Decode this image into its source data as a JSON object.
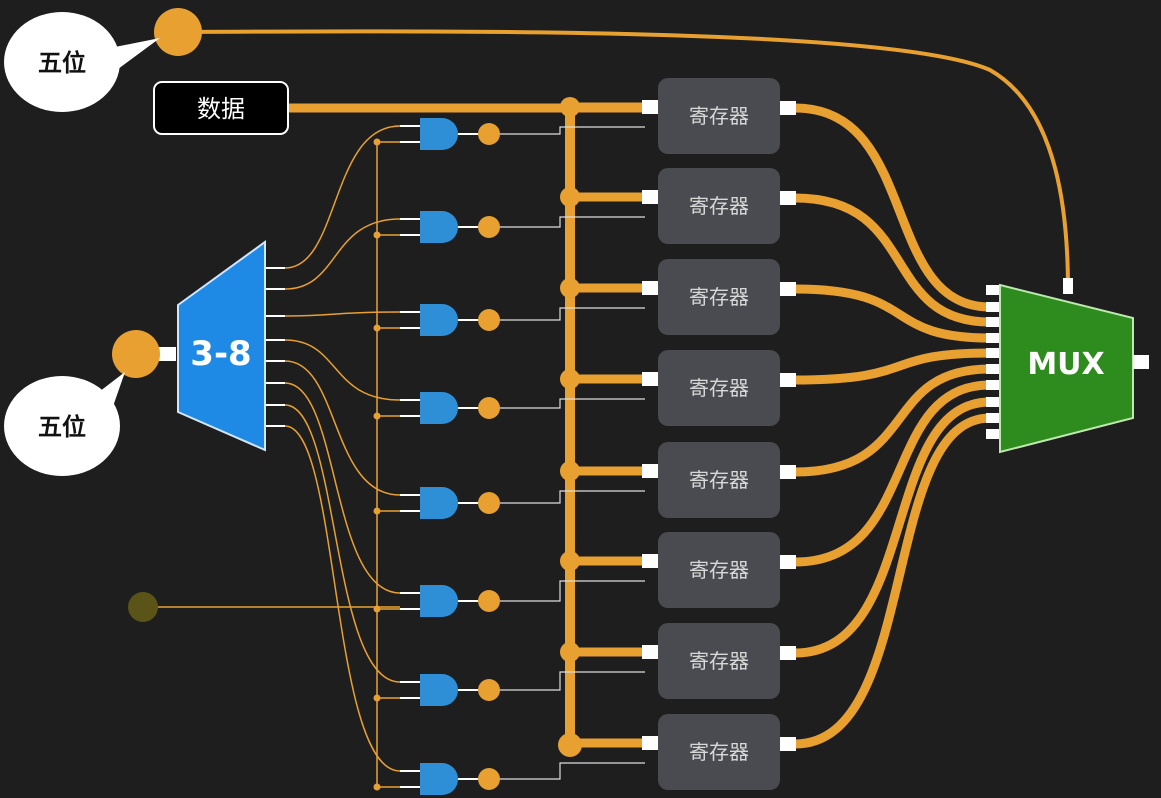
{
  "labels": {
    "top_bubble": "五位",
    "left_bubble": "五位",
    "data_box": "数据",
    "decoder": "3-8",
    "mux": "MUX",
    "registers": [
      "寄存器",
      "寄存器",
      "寄存器",
      "寄存器",
      "寄存器",
      "寄存器",
      "寄存器",
      "寄存器"
    ]
  },
  "colors": {
    "background": "#1e1e1e",
    "wire": "#e8a030",
    "decoder": "#1e8ae6",
    "and_gate": "#2f8fd6",
    "mux": "#2e8b1e",
    "register": "#4a4b50",
    "enable_dot": "#5a5418"
  }
}
